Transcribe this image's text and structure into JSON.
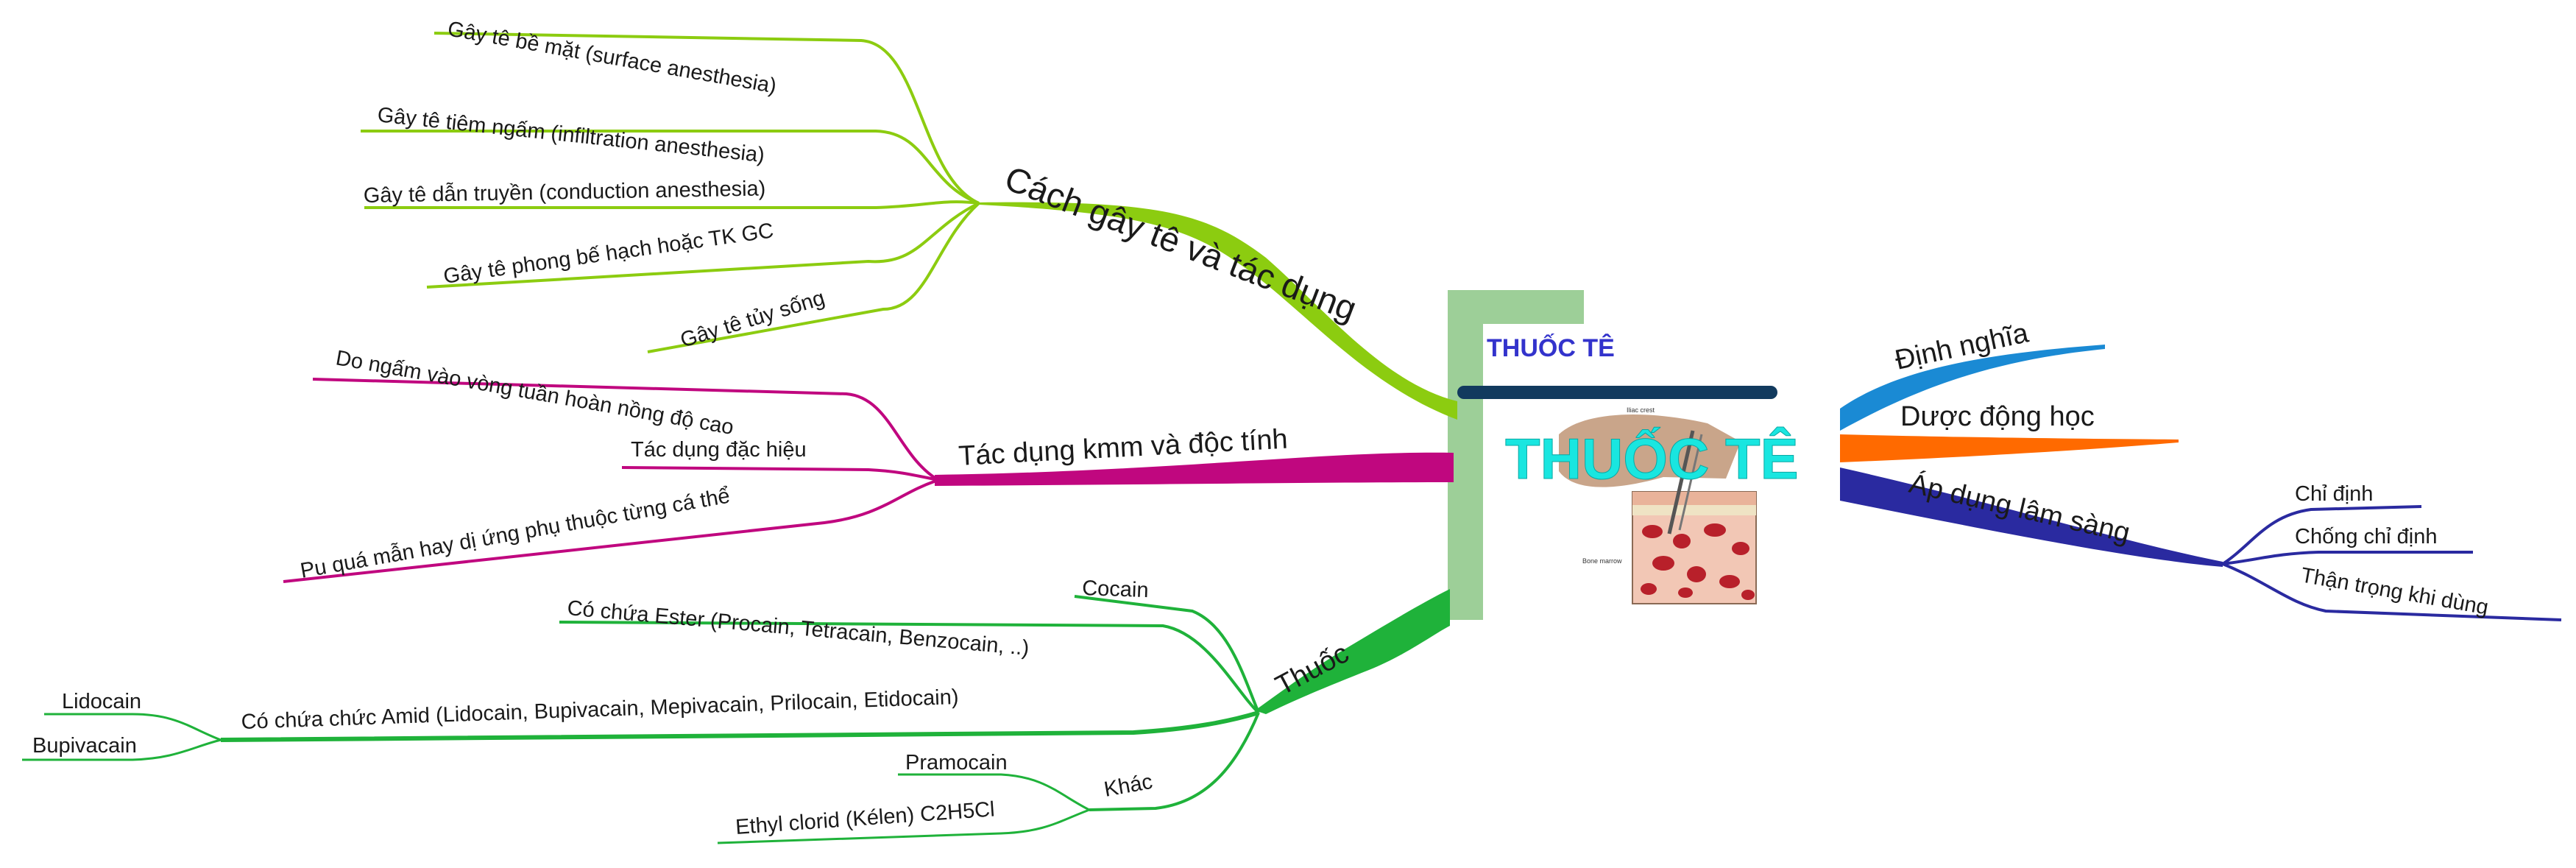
{
  "center": {
    "title_small": "THUỐC TÊ",
    "title_big": "THUỐC TÊ",
    "image_labels": [
      "Iliac crest",
      "Bone marrow"
    ]
  },
  "branches": {
    "cach_gay_te": {
      "label": "Cách gây tê và tác dụng",
      "color": "#8ccc10",
      "children": [
        "Gây tê bề mặt (surface anesthesia)",
        "Gây tê tiêm ngấm (infiltration anesthesia)",
        "Gây tê dẫn truyền (conduction anesthesia)",
        "Gây tê phong bế hạch hoặc TK GC",
        "Gây tê tủy sống"
      ]
    },
    "tac_dung_kmm": {
      "label": "Tác dụng kmm và độc tính",
      "color": "#c0077f",
      "children": [
        "Do ngấm vào vòng tuần hoàn nồng độ cao",
        "Tác dụng đặc hiệu",
        "Pu quá mẫn hay dị ứng phụ thuộc từng cá thể"
      ]
    },
    "thuoc": {
      "label": "Thuốc",
      "color": "#1fb23a",
      "children": {
        "cocain": "Cocain",
        "ester": "Có chứa Ester (Procain, Tetracain, Benzocain, ..)",
        "amid": "Có chứa chức Amid (Lidocain, Bupivacain, Mepivacain, Prilocain, Etidocain)",
        "amid_children": [
          "Lidocain",
          "Bupivacain"
        ],
        "khac": "Khác",
        "khac_children": [
          "Pramocain",
          "Ethyl clorid (Kélen) C2H5Cl"
        ]
      }
    },
    "dinh_nghia": {
      "label": "Định nghĩa",
      "color": "#1a8ad4"
    },
    "duoc_dong_hoc": {
      "label": "Dược động học",
      "color": "#ff6a00"
    },
    "ap_dung": {
      "label": "Áp dụng lâm sàng",
      "color": "#2a2aa0",
      "children": [
        "Chỉ định",
        "Chống chỉ định",
        "Thận trọng khi dùng"
      ]
    }
  }
}
